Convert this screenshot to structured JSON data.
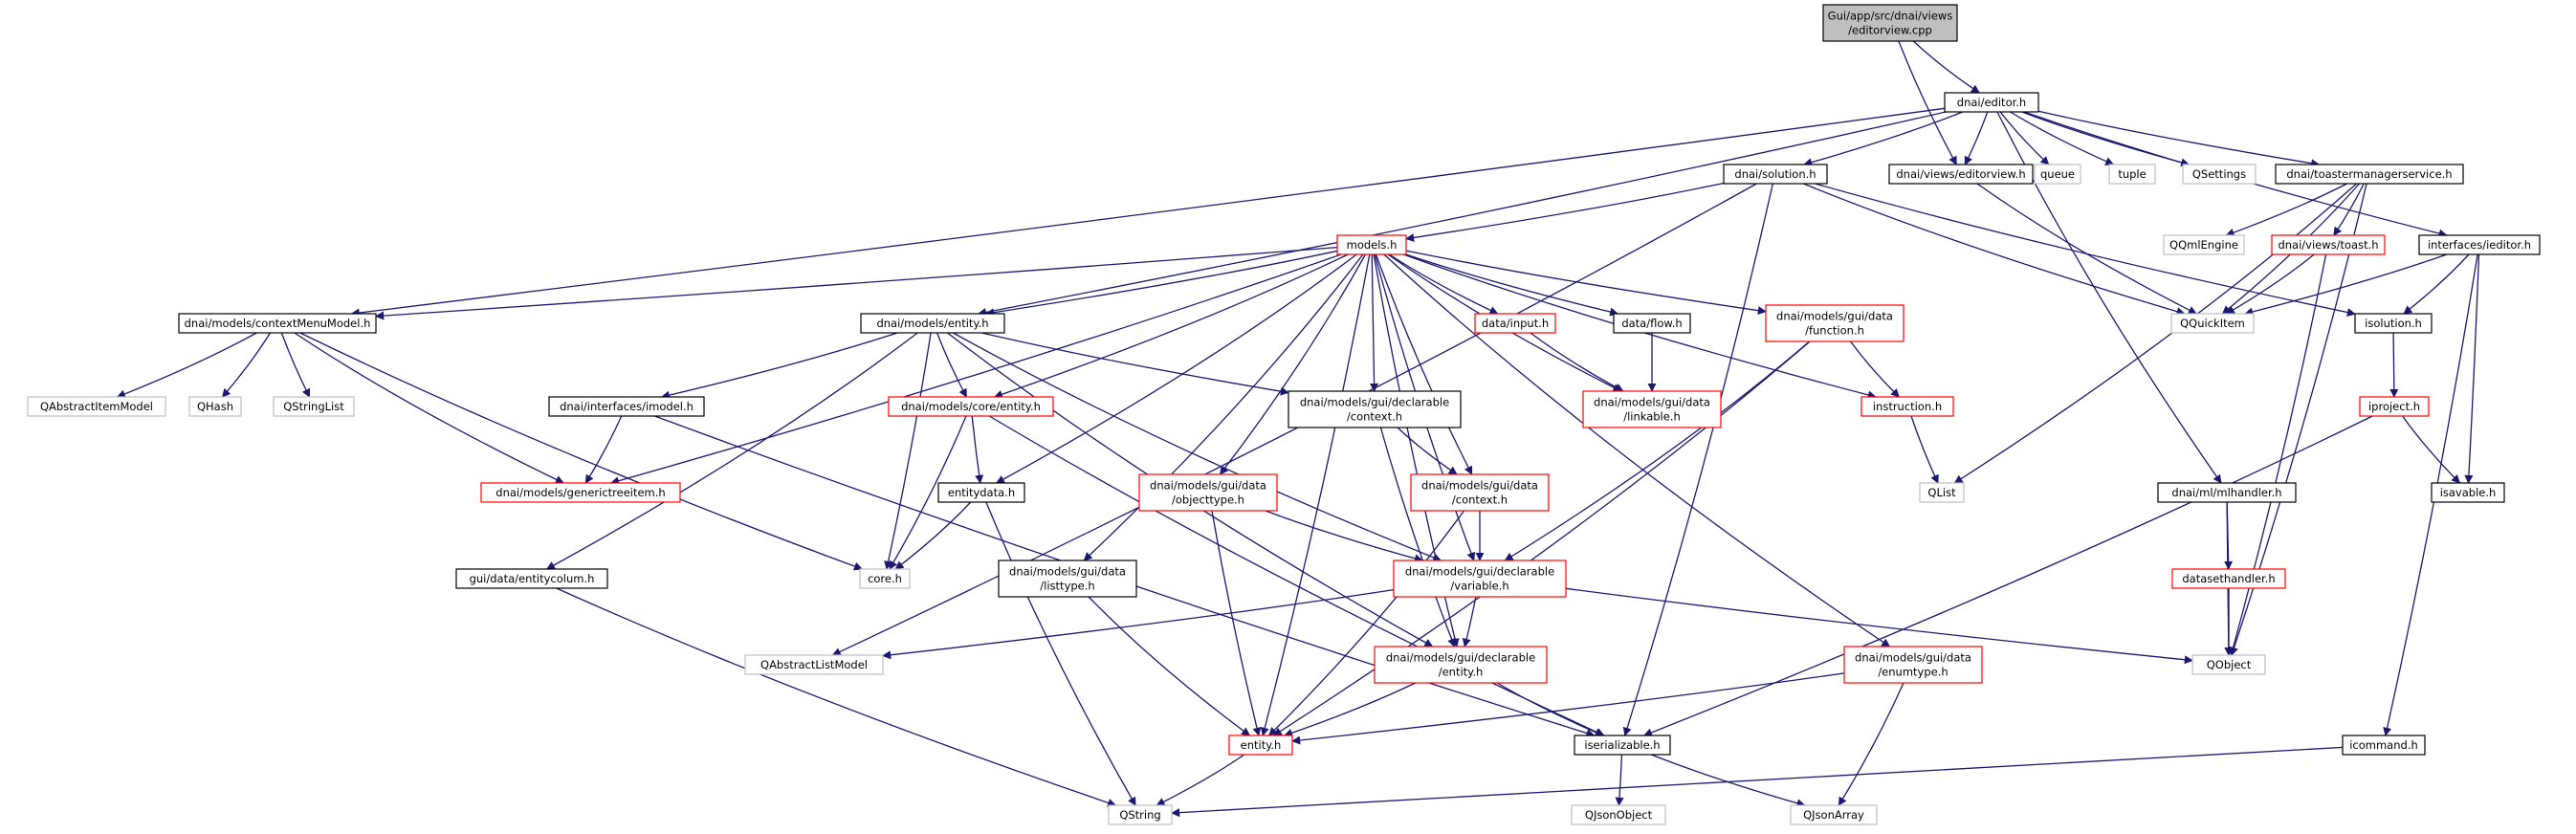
{
  "graph": {
    "colors": {
      "edge": "#191970",
      "root_fill": "#bfbfbf",
      "normal_border": "#000000",
      "truncated_border": "#ff0000",
      "external_border": "#bfbfbf",
      "external_text": "#404040"
    },
    "nodes": [
      {
        "id": "root",
        "lines": [
          "Gui/app/src/dnai/views",
          "/editorview.cpp"
        ],
        "kind": "root"
      },
      {
        "id": "editor_h",
        "lines": [
          "dnai/editor.h"
        ],
        "kind": "normal"
      },
      {
        "id": "solution_h",
        "lines": [
          "dnai/solution.h"
        ],
        "kind": "normal"
      },
      {
        "id": "views_editorview_h",
        "lines": [
          "dnai/views/editorview.h"
        ],
        "kind": "normal"
      },
      {
        "id": "queue",
        "lines": [
          "queue"
        ],
        "kind": "external"
      },
      {
        "id": "tuple",
        "lines": [
          "tuple"
        ],
        "kind": "external"
      },
      {
        "id": "QSettings",
        "lines": [
          "QSettings"
        ],
        "kind": "external"
      },
      {
        "id": "toastermanagerservice_h",
        "lines": [
          "dnai/toastermanagerservice.h"
        ],
        "kind": "normal"
      },
      {
        "id": "QQmlEngine",
        "lines": [
          "QQmlEngine"
        ],
        "kind": "external"
      },
      {
        "id": "views_toast_h",
        "lines": [
          "dnai/views/toast.h"
        ],
        "kind": "truncated"
      },
      {
        "id": "interfaces_ieditor_h",
        "lines": [
          "interfaces/ieditor.h"
        ],
        "kind": "normal"
      },
      {
        "id": "models_h",
        "lines": [
          "models.h"
        ],
        "kind": "truncated"
      },
      {
        "id": "contextMenuModel_h",
        "lines": [
          "dnai/models/contextMenuModel.h"
        ],
        "kind": "normal"
      },
      {
        "id": "models_entity_h",
        "lines": [
          "dnai/models/entity.h"
        ],
        "kind": "normal"
      },
      {
        "id": "data_input_h",
        "lines": [
          "data/input.h"
        ],
        "kind": "truncated"
      },
      {
        "id": "data_flow_h",
        "lines": [
          "data/flow.h"
        ],
        "kind": "normal"
      },
      {
        "id": "gui_data_function_h",
        "lines": [
          "dnai/models/gui/data",
          "/function.h"
        ],
        "kind": "truncated"
      },
      {
        "id": "QQuickItem",
        "lines": [
          "QQuickItem"
        ],
        "kind": "external"
      },
      {
        "id": "isolution_h",
        "lines": [
          "isolution.h"
        ],
        "kind": "normal"
      },
      {
        "id": "QAbstractItemModel",
        "lines": [
          "QAbstractItemModel"
        ],
        "kind": "external"
      },
      {
        "id": "QHash",
        "lines": [
          "QHash"
        ],
        "kind": "external"
      },
      {
        "id": "QStringList",
        "lines": [
          "QStringList"
        ],
        "kind": "external"
      },
      {
        "id": "interfaces_imodel_h",
        "lines": [
          "dnai/interfaces/imodel.h"
        ],
        "kind": "normal"
      },
      {
        "id": "core_entity_h",
        "lines": [
          "dnai/models/core/entity.h"
        ],
        "kind": "truncated"
      },
      {
        "id": "declarable_context_h",
        "lines": [
          "dnai/models/gui/declarable",
          "/context.h"
        ],
        "kind": "normal"
      },
      {
        "id": "gui_data_linkable_h",
        "lines": [
          "dnai/models/gui/data",
          "/linkable.h"
        ],
        "kind": "truncated"
      },
      {
        "id": "instruction_h",
        "lines": [
          "instruction.h"
        ],
        "kind": "truncated"
      },
      {
        "id": "iproject_h",
        "lines": [
          "iproject.h"
        ],
        "kind": "truncated"
      },
      {
        "id": "QList",
        "lines": [
          "QList"
        ],
        "kind": "external"
      },
      {
        "id": "isavable_h",
        "lines": [
          "isavable.h"
        ],
        "kind": "normal"
      },
      {
        "id": "generictreeitem_h",
        "lines": [
          "dnai/models/generictreeitem.h"
        ],
        "kind": "truncated"
      },
      {
        "id": "entitydata_h",
        "lines": [
          "entitydata.h"
        ],
        "kind": "normal"
      },
      {
        "id": "gui_data_objecttype_h",
        "lines": [
          "dnai/models/gui/data",
          "/objecttype.h"
        ],
        "kind": "truncated"
      },
      {
        "id": "gui_data_context_h",
        "lines": [
          "dnai/models/gui/data",
          "/context.h"
        ],
        "kind": "truncated"
      },
      {
        "id": "mlhandler_h",
        "lines": [
          "dnai/ml/mlhandler.h"
        ],
        "kind": "normal"
      },
      {
        "id": "datasethandler_h",
        "lines": [
          "datasethandler.h"
        ],
        "kind": "truncated"
      },
      {
        "id": "entitycolum_h",
        "lines": [
          "gui/data/entitycolum.h"
        ],
        "kind": "normal"
      },
      {
        "id": "core_h",
        "lines": [
          "core.h"
        ],
        "kind": "external"
      },
      {
        "id": "gui_data_listtype_h",
        "lines": [
          "dnai/models/gui/data",
          "/listtype.h"
        ],
        "kind": "normal"
      },
      {
        "id": "declarable_variable_h",
        "lines": [
          "dnai/models/gui/declarable",
          "/variable.h"
        ],
        "kind": "truncated"
      },
      {
        "id": "QAbstractListModel",
        "lines": [
          "QAbstractListModel"
        ],
        "kind": "external"
      },
      {
        "id": "declarable_entity_h",
        "lines": [
          "dnai/models/gui/declarable",
          "/entity.h"
        ],
        "kind": "truncated"
      },
      {
        "id": "gui_data_enumtype_h",
        "lines": [
          "dnai/models/gui/data",
          "/enumtype.h"
        ],
        "kind": "truncated"
      },
      {
        "id": "QObject",
        "lines": [
          "QObject"
        ],
        "kind": "external"
      },
      {
        "id": "entity_h",
        "lines": [
          "entity.h"
        ],
        "kind": "truncated"
      },
      {
        "id": "iserializable_h",
        "lines": [
          "iserializable.h"
        ],
        "kind": "normal"
      },
      {
        "id": "icommand_h",
        "lines": [
          "icommand.h"
        ],
        "kind": "normal"
      },
      {
        "id": "QString",
        "lines": [
          "QString"
        ],
        "kind": "external"
      },
      {
        "id": "QJsonObject",
        "lines": [
          "QJsonObject"
        ],
        "kind": "external"
      },
      {
        "id": "QJsonArray",
        "lines": [
          "QJsonArray"
        ],
        "kind": "external"
      }
    ],
    "edges": [
      [
        "root",
        "editor_h"
      ],
      [
        "root",
        "views_editorview_h"
      ],
      [
        "editor_h",
        "solution_h"
      ],
      [
        "editor_h",
        "views_editorview_h"
      ],
      [
        "editor_h",
        "queue"
      ],
      [
        "editor_h",
        "tuple"
      ],
      [
        "editor_h",
        "QSettings"
      ],
      [
        "editor_h",
        "toastermanagerservice_h"
      ],
      [
        "editor_h",
        "interfaces_ieditor_h"
      ],
      [
        "editor_h",
        "contextMenuModel_h"
      ],
      [
        "editor_h",
        "models_entity_h"
      ],
      [
        "editor_h",
        "mlhandler_h"
      ],
      [
        "solution_h",
        "models_h"
      ],
      [
        "solution_h",
        "QQuickItem"
      ],
      [
        "solution_h",
        "isolution_h"
      ],
      [
        "solution_h",
        "QAbstractListModel"
      ],
      [
        "solution_h",
        "iserializable_h"
      ],
      [
        "views_editorview_h",
        "QQuickItem"
      ],
      [
        "toastermanagerservice_h",
        "QQmlEngine"
      ],
      [
        "toastermanagerservice_h",
        "views_toast_h"
      ],
      [
        "toastermanagerservice_h",
        "QQuickItem"
      ],
      [
        "toastermanagerservice_h",
        "QList"
      ],
      [
        "toastermanagerservice_h",
        "QObject"
      ],
      [
        "views_toast_h",
        "QQuickItem"
      ],
      [
        "views_toast_h",
        "QObject"
      ],
      [
        "interfaces_ieditor_h",
        "QQuickItem"
      ],
      [
        "interfaces_ieditor_h",
        "isolution_h"
      ],
      [
        "interfaces_ieditor_h",
        "isavable_h"
      ],
      [
        "interfaces_ieditor_h",
        "icommand_h"
      ],
      [
        "isolution_h",
        "iproject_h"
      ],
      [
        "iproject_h",
        "isavable_h"
      ],
      [
        "iproject_h",
        "iserializable_h"
      ],
      [
        "models_h",
        "contextMenuModel_h"
      ],
      [
        "models_h",
        "models_entity_h"
      ],
      [
        "models_h",
        "data_input_h"
      ],
      [
        "models_h",
        "data_flow_h"
      ],
      [
        "models_h",
        "gui_data_function_h"
      ],
      [
        "models_h",
        "generictreeitem_h"
      ],
      [
        "models_h",
        "core_entity_h"
      ],
      [
        "models_h",
        "declarable_context_h"
      ],
      [
        "models_h",
        "gui_data_linkable_h"
      ],
      [
        "models_h",
        "instruction_h"
      ],
      [
        "models_h",
        "entitydata_h"
      ],
      [
        "models_h",
        "gui_data_objecttype_h"
      ],
      [
        "models_h",
        "gui_data_context_h"
      ],
      [
        "models_h",
        "gui_data_listtype_h"
      ],
      [
        "models_h",
        "declarable_variable_h"
      ],
      [
        "models_h",
        "declarable_entity_h"
      ],
      [
        "models_h",
        "gui_data_enumtype_h"
      ],
      [
        "models_h",
        "entity_h"
      ],
      [
        "contextMenuModel_h",
        "QAbstractItemModel"
      ],
      [
        "contextMenuModel_h",
        "QHash"
      ],
      [
        "contextMenuModel_h",
        "QStringList"
      ],
      [
        "contextMenuModel_h",
        "generictreeitem_h"
      ],
      [
        "contextMenuModel_h",
        "core_h"
      ],
      [
        "models_entity_h",
        "interfaces_imodel_h"
      ],
      [
        "models_entity_h",
        "core_entity_h"
      ],
      [
        "models_entity_h",
        "declarable_context_h"
      ],
      [
        "models_entity_h",
        "entitycolum_h"
      ],
      [
        "models_entity_h",
        "core_h"
      ],
      [
        "models_entity_h",
        "declarable_variable_h"
      ],
      [
        "models_entity_h",
        "declarable_entity_h"
      ],
      [
        "interfaces_imodel_h",
        "generictreeitem_h"
      ],
      [
        "interfaces_imodel_h",
        "iserializable_h"
      ],
      [
        "core_entity_h",
        "entitydata_h"
      ],
      [
        "core_entity_h",
        "core_h"
      ],
      [
        "core_entity_h",
        "iserializable_h"
      ],
      [
        "entitydata_h",
        "core_h"
      ],
      [
        "entitydata_h",
        "QString"
      ],
      [
        "data_input_h",
        "gui_data_linkable_h"
      ],
      [
        "data_flow_h",
        "gui_data_linkable_h"
      ],
      [
        "gui_data_function_h",
        "instruction_h"
      ],
      [
        "gui_data_function_h",
        "declarable_variable_h"
      ],
      [
        "gui_data_function_h",
        "entity_h"
      ],
      [
        "instruction_h",
        "QList"
      ],
      [
        "declarable_context_h",
        "gui_data_context_h"
      ],
      [
        "declarable_context_h",
        "declarable_entity_h"
      ],
      [
        "gui_data_context_h",
        "declarable_variable_h"
      ],
      [
        "gui_data_context_h",
        "entity_h"
      ],
      [
        "gui_data_objecttype_h",
        "declarable_variable_h"
      ],
      [
        "gui_data_objecttype_h",
        "entity_h"
      ],
      [
        "gui_data_listtype_h",
        "entity_h"
      ],
      [
        "declarable_variable_h",
        "QAbstractListModel"
      ],
      [
        "declarable_variable_h",
        "declarable_entity_h"
      ],
      [
        "declarable_variable_h",
        "QObject"
      ],
      [
        "declarable_entity_h",
        "entity_h"
      ],
      [
        "declarable_entity_h",
        "iserializable_h"
      ],
      [
        "gui_data_enumtype_h",
        "entity_h"
      ],
      [
        "gui_data_enumtype_h",
        "QJsonArray"
      ],
      [
        "entitycolum_h",
        "QString"
      ],
      [
        "entity_h",
        "QString"
      ],
      [
        "iserializable_h",
        "QJsonObject"
      ],
      [
        "iserializable_h",
        "QJsonArray"
      ],
      [
        "icommand_h",
        "QString"
      ],
      [
        "mlhandler_h",
        "datasethandler_h"
      ],
      [
        "mlhandler_h",
        "QObject"
      ],
      [
        "datasethandler_h",
        "QObject"
      ]
    ]
  }
}
